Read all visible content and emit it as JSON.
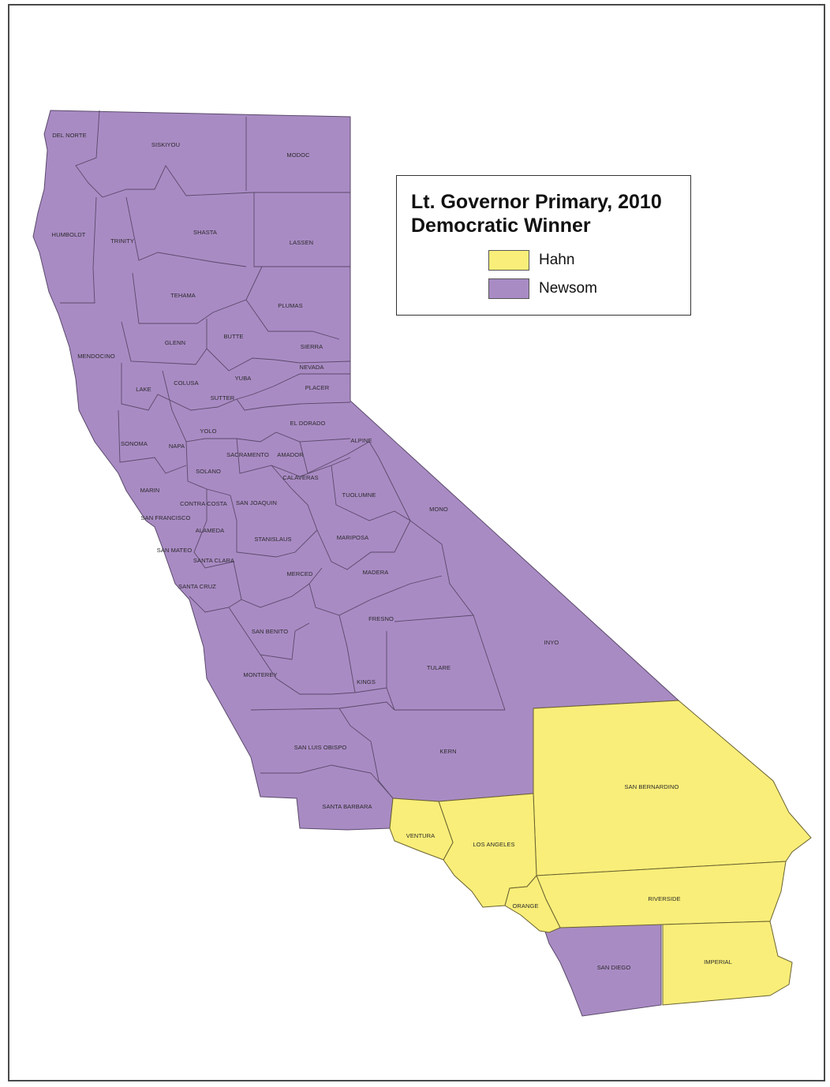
{
  "legend": {
    "title_line1": "Lt. Governor Primary, 2010",
    "title_line2": "Democratic Winner",
    "items": [
      {
        "label": "Hahn",
        "color": "#F9EE79"
      },
      {
        "label": "Newsom",
        "color": "#A98BC4"
      }
    ]
  },
  "colors": {
    "newsom": "#A98BC4",
    "hahn": "#F9EE79",
    "county_border": "#5a4a6a",
    "frame": "#4a4a4a"
  },
  "counties": {
    "del_norte": "DEL NORTE",
    "siskiyou": "SISKIYOU",
    "modoc": "MODOC",
    "humboldt": "HUMBOLDT",
    "trinity": "TRINITY",
    "shasta": "SHASTA",
    "lassen": "LASSEN",
    "tehama": "TEHAMA",
    "plumas": "PLUMAS",
    "glenn": "GLENN",
    "butte": "BUTTE",
    "sierra": "SIERRA",
    "mendocino": "MENDOCINO",
    "nevada": "NEVADA",
    "colusa": "COLUSA",
    "yuba": "YUBA",
    "lake": "LAKE",
    "placer": "PLACER",
    "sutter": "SUTTER",
    "el_dorado": "EL DORADO",
    "yolo": "YOLO",
    "sonoma": "SONOMA",
    "napa": "NAPA",
    "alpine": "ALPINE",
    "sacramento": "SACRAMENTO",
    "amador": "AMADOR",
    "solano": "SOLANO",
    "calaveras": "CALAVERAS",
    "marin": "MARIN",
    "tuolumne": "TUOLUMNE",
    "contra_costa": "CONTRA COSTA",
    "san_joaquin": "SAN JOAQUIN",
    "mono": "MONO",
    "san_francisco": "SAN FRANCISCO",
    "alameda": "ALAMEDA",
    "stanislaus": "STANISLAUS",
    "mariposa": "MARIPOSA",
    "san_mateo": "SAN MATEO",
    "santa_clara": "SANTA CLARA",
    "merced": "MERCED",
    "madera": "MADERA",
    "santa_cruz": "SANTA CRUZ",
    "fresno": "FRESNO",
    "san_benito": "SAN BENITO",
    "inyo": "INYO",
    "monterey": "MONTEREY",
    "tulare": "TULARE",
    "kings": "KINGS",
    "san_luis_obispo": "SAN LUIS OBISPO",
    "kern": "KERN",
    "san_bernardino": "SAN BERNARDINO",
    "santa_barbara": "SANTA BARBARA",
    "ventura": "VENTURA",
    "los_angeles": "LOS ANGELES",
    "riverside": "RIVERSIDE",
    "orange": "ORANGE",
    "san_diego": "SAN DIEGO",
    "imperial": "IMPERIAL"
  }
}
